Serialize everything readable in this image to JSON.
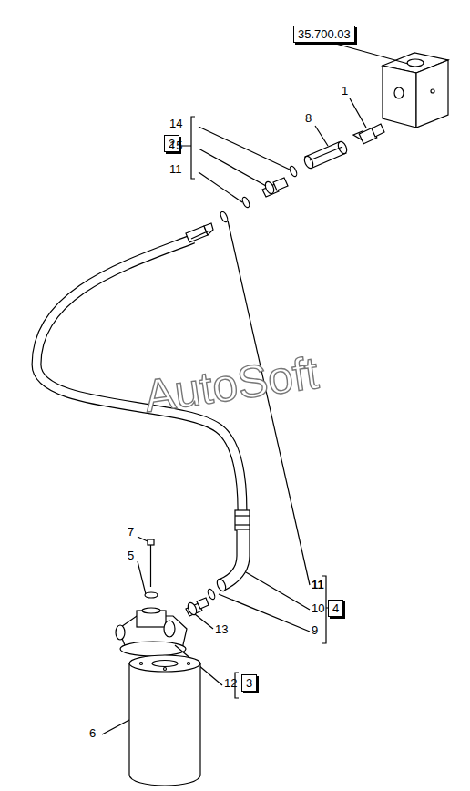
{
  "diagram": {
    "nodes": [
      {
        "text": [
          "35.700.03"
        ]
      },
      {
        "text": [
          "2"
        ]
      },
      {
        "text": [
          "4"
        ]
      },
      {
        "text": [
          "3"
        ]
      }
    ],
    "labels": [
      "1",
      "8",
      "14",
      "15",
      "11",
      "AutoSoft",
      "7",
      "5",
      "11",
      "10",
      "13",
      "9",
      "12",
      "6"
    ]
  }
}
